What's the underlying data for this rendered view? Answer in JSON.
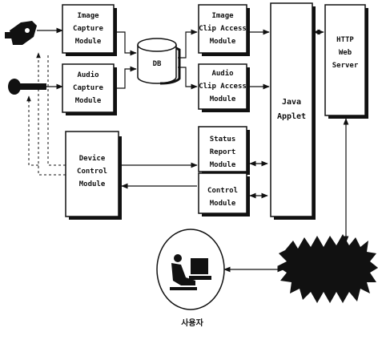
{
  "modules": {
    "image_capture": [
      "Image",
      "Capture",
      "Module"
    ],
    "audio_capture": [
      "Audio",
      "Capture",
      "Module"
    ],
    "device_control": [
      "Device",
      "Control",
      "Module"
    ],
    "db": "DB",
    "image_clip_access": [
      "Image",
      "Clip Access",
      "Module"
    ],
    "audio_clip_access": [
      "Audio",
      "Clip Access",
      "Module"
    ],
    "status_report": [
      "Status",
      "Report",
      "Module"
    ],
    "control": [
      "Control",
      "Module"
    ],
    "java_applet": [
      "Java",
      "Applet"
    ],
    "http_web_server": [
      "HTTP",
      "Web",
      "Server"
    ]
  },
  "user_label": "사용자",
  "colors": {
    "ink": "#111111",
    "background": "#ffffff"
  }
}
